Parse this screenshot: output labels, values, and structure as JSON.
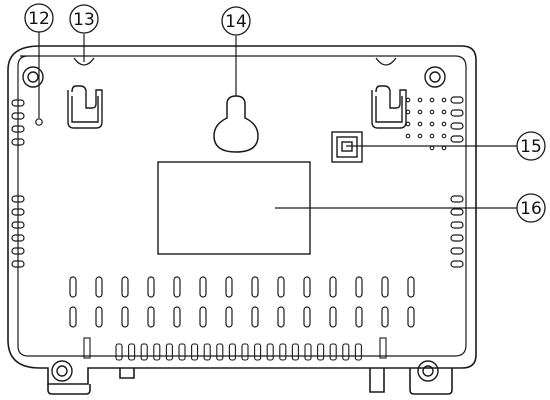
{
  "diagram": {
    "description_hidden": "",
    "callouts": [
      {
        "id": "c12",
        "label": "12"
      },
      {
        "id": "c13",
        "label": "13"
      },
      {
        "id": "c14",
        "label": "14"
      },
      {
        "id": "c15",
        "label": "15"
      },
      {
        "id": "c16",
        "label": "16"
      }
    ],
    "colors": {
      "stroke": "#1a1a1a",
      "fill": "#ffffff"
    }
  }
}
